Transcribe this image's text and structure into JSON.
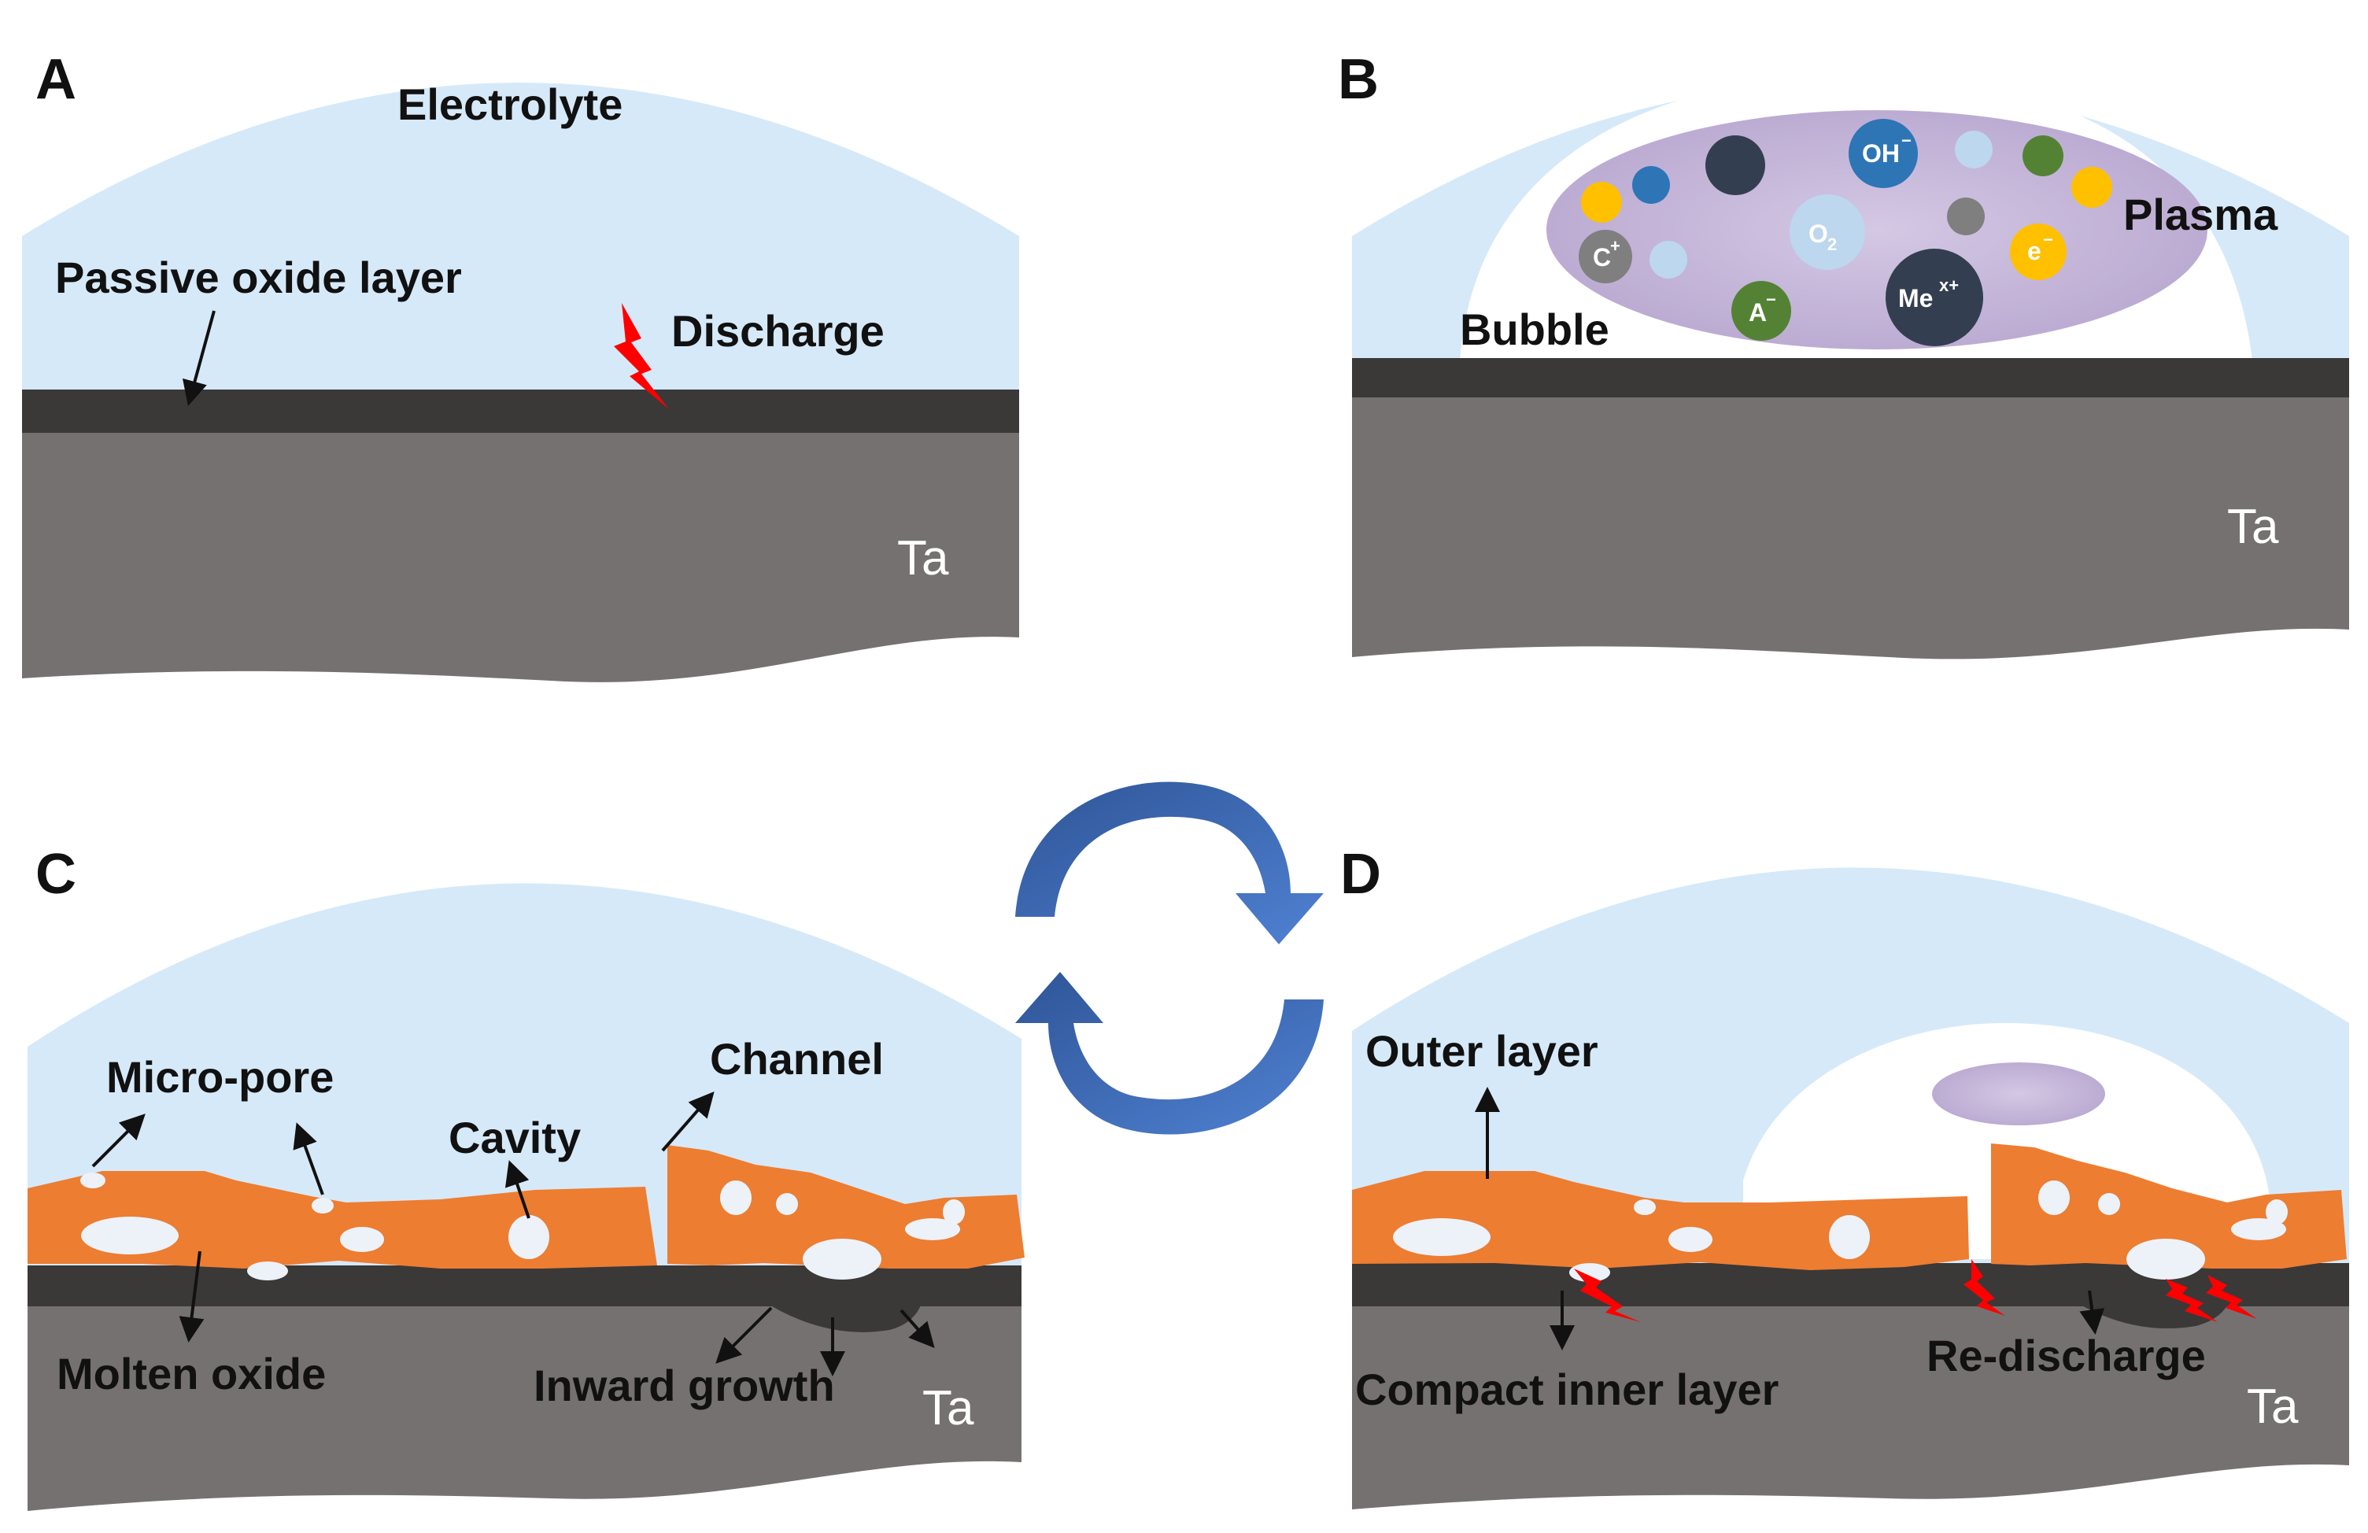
{
  "panels": {
    "a": {
      "letter": "A",
      "electrolyte": "Electrolyte",
      "passive_layer": "Passive oxide layer",
      "discharge": "Discharge",
      "substrate": "Ta"
    },
    "b": {
      "letter": "B",
      "plasma": "Plasma",
      "bubble": "Bubble",
      "substrate": "Ta",
      "species": {
        "oh": "OH",
        "oh_charge": "−",
        "c": "C",
        "c_charge": "+",
        "o2": "O",
        "o2_sub": "2",
        "e": "e",
        "e_charge": "−",
        "a": "A",
        "a_charge": "−",
        "me": "Me",
        "me_charge": "x+"
      }
    },
    "c": {
      "letter": "C",
      "micropore": "Micro-pore",
      "cavity": "Cavity",
      "channel": "Channel",
      "molten_oxide": "Molten oxide",
      "inward_growth": "Inward growth",
      "substrate": "Ta"
    },
    "d": {
      "letter": "D",
      "outer_layer": "Outer layer",
      "inner_layer": "Compact inner layer",
      "redischarge": "Re-discharge",
      "substrate": "Ta"
    }
  },
  "colors": {
    "electrolyte": "#d6e9f8",
    "substrate": "#767171",
    "oxide_layer": "#3b3838",
    "coating": "#ed7d31",
    "plasma": "#c6b7d9",
    "discharge": "#ff0000",
    "cycle_arrow": "#4472c4"
  }
}
